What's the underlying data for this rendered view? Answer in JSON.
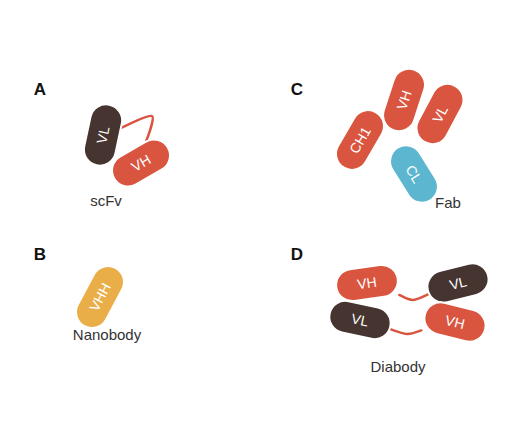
{
  "diagram": {
    "nodes": [
      {
        "text": [
          "VL"
        ]
      },
      {
        "text": [
          "VH"
        ]
      },
      {
        "text": [
          "VHH"
        ]
      },
      {
        "text": [
          "VH"
        ]
      },
      {
        "text": [
          "VL"
        ]
      },
      {
        "text": [
          "CH1"
        ]
      },
      {
        "text": [
          "CL"
        ]
      },
      {
        "text": [
          "VH"
        ]
      },
      {
        "text": [
          "VL"
        ]
      },
      {
        "text": [
          "VL"
        ]
      },
      {
        "text": [
          "VH"
        ]
      }
    ],
    "edges": [
      {
        "from": 0,
        "to": 1,
        "arrow": "none"
      },
      {
        "from": 7,
        "to": 8,
        "arrow": "none"
      },
      {
        "from": 9,
        "to": 10,
        "arrow": "none"
      }
    ],
    "labels": [
      "A",
      "scFv",
      "B",
      "Nanobody",
      "C",
      "Fab",
      "D",
      "Diabody"
    ]
  }
}
